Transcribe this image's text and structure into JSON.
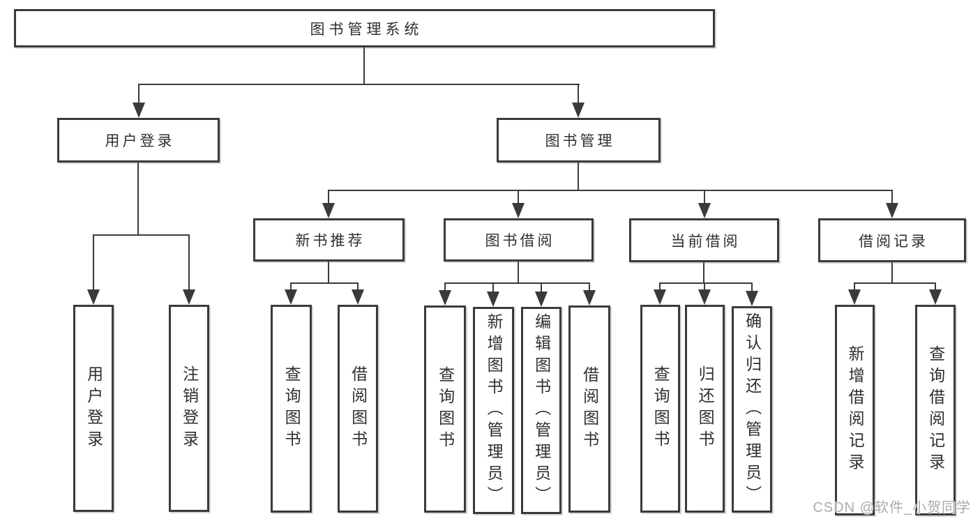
{
  "tree": {
    "label": "图书管理系统",
    "children": [
      {
        "label": "用户登录",
        "children": [
          {
            "label": "用户登录"
          },
          {
            "label": "注销登录"
          }
        ]
      },
      {
        "label": "图书管理",
        "children": [
          {
            "label": "新书推荐",
            "children": [
              {
                "label": "查询图书"
              },
              {
                "label": "借阅图书"
              }
            ]
          },
          {
            "label": "图书借阅",
            "children": [
              {
                "label": "查询图书"
              },
              {
                "label": "新增图书（管理员）"
              },
              {
                "label": "编辑图书（管理员）"
              },
              {
                "label": "借阅图书"
              }
            ]
          },
          {
            "label": "当前借阅",
            "children": [
              {
                "label": "查询图书"
              },
              {
                "label": "归还图书"
              },
              {
                "label": "确认归还（管理员）"
              }
            ]
          },
          {
            "label": "借阅记录",
            "children": [
              {
                "label": "新增借阅记录"
              },
              {
                "label": "查询借阅记录"
              }
            ]
          }
        ]
      }
    ]
  },
  "watermark": {
    "text": "CSDN @软件_小贺同学"
  },
  "colors": {
    "line": "#3a3a3a",
    "box_border": "#3a3a3a",
    "box_fill": "#ffffff",
    "text": "#2f2f2f",
    "watermark": "#ababab",
    "background": "#ffffff"
  }
}
